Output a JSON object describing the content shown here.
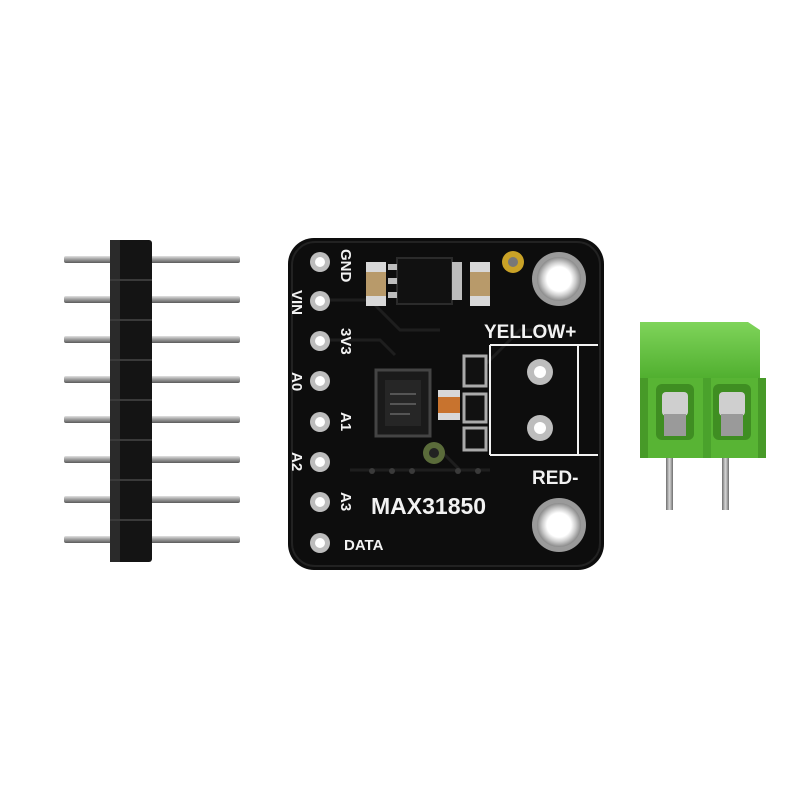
{
  "board": {
    "chip_name": "MAX31850",
    "terminal_top_label": "YELLOW+",
    "terminal_bottom_label": "RED-",
    "pins": [
      "GND",
      "VIN",
      "3V3",
      "A0",
      "A1",
      "A2",
      "A3",
      "DATA"
    ]
  },
  "colors": {
    "pcb": "#0d0d0d",
    "silkscreen": "#f2f2f2",
    "terminal_block": "#5fbf3a",
    "header_pins": "#a8a8a8",
    "pad_gold": "#c9a227"
  },
  "objects": [
    "header-pin-strip",
    "max31850-breakout-board",
    "screw-terminal-block"
  ]
}
